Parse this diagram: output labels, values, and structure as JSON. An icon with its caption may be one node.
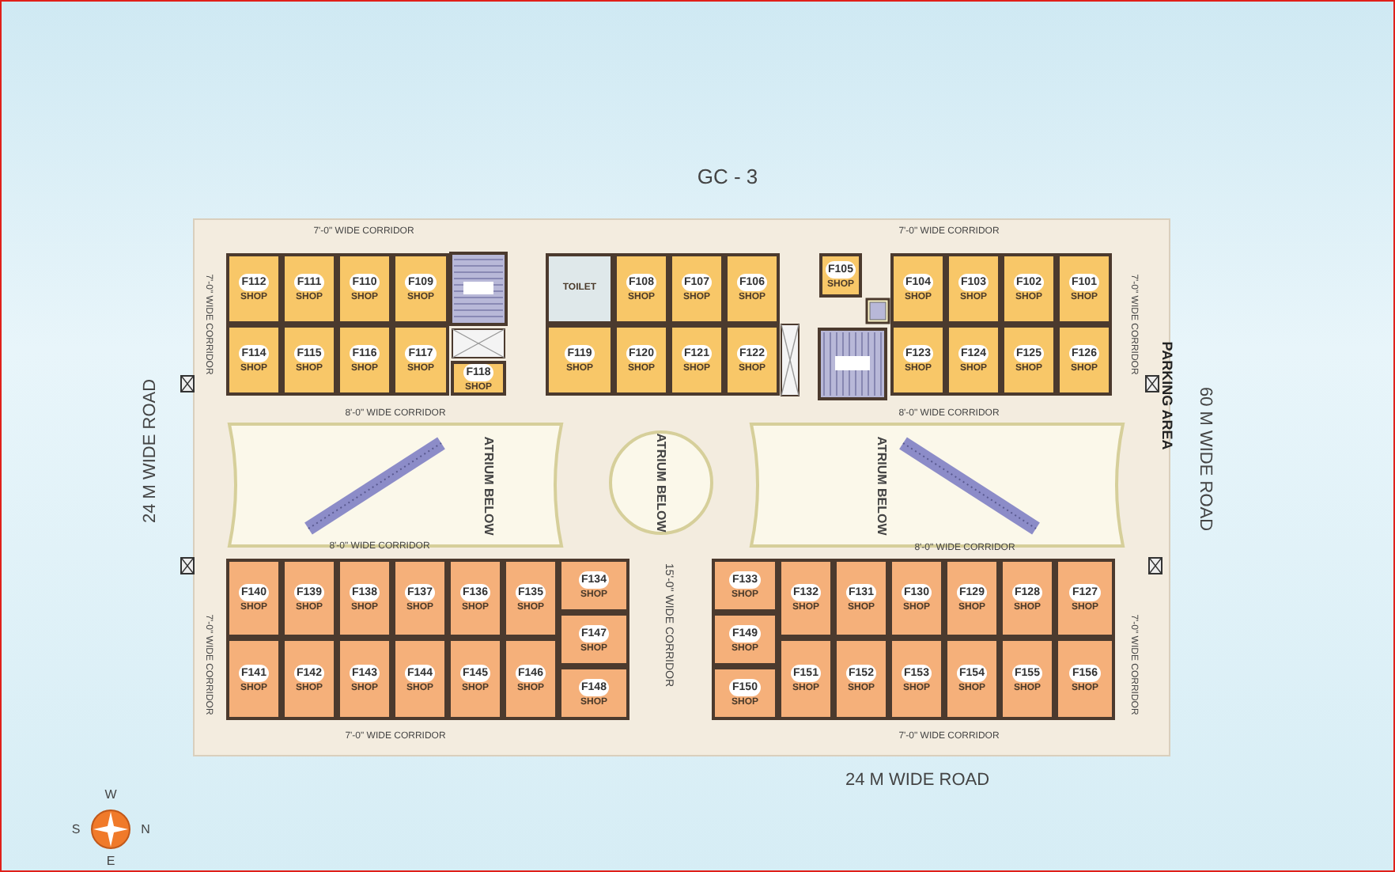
{
  "diagram": {
    "nodes": [
      {
        "text": [
          "F112",
          "SHOP"
        ]
      },
      {
        "text": [
          "F111",
          "SHOP"
        ]
      },
      {
        "text": [
          "F110",
          "SHOP"
        ]
      },
      {
        "text": [
          "F109",
          "SHOP"
        ]
      },
      {
        "text": [
          "TOILET"
        ]
      },
      {
        "text": [
          "F108",
          "SHOP"
        ]
      },
      {
        "text": [
          "F107",
          "SHOP"
        ]
      },
      {
        "text": [
          "F106",
          "SHOP"
        ]
      },
      {
        "text": [
          "F105",
          "SHOP"
        ]
      },
      {
        "text": [
          "F104",
          "SHOP"
        ]
      },
      {
        "text": [
          "F103",
          "SHOP"
        ]
      },
      {
        "text": [
          "F102",
          "SHOP"
        ]
      },
      {
        "text": [
          "F101",
          "SHOP"
        ]
      },
      {
        "text": [
          "F114",
          "SHOP"
        ]
      },
      {
        "text": [
          "F115",
          "SHOP"
        ]
      },
      {
        "text": [
          "F116",
          "SHOP"
        ]
      },
      {
        "text": [
          "F117",
          "SHOP"
        ]
      },
      {
        "text": [
          "F118",
          "SHOP"
        ]
      },
      {
        "text": [
          "F119",
          "SHOP"
        ]
      },
      {
        "text": [
          "F120",
          "SHOP"
        ]
      },
      {
        "text": [
          "F121",
          "SHOP"
        ]
      },
      {
        "text": [
          "F122",
          "SHOP"
        ]
      },
      {
        "text": [
          "F123",
          "SHOP"
        ]
      },
      {
        "text": [
          "F124",
          "SHOP"
        ]
      },
      {
        "text": [
          "F125",
          "SHOP"
        ]
      },
      {
        "text": [
          "F126",
          "SHOP"
        ]
      },
      {
        "text": [
          "ATRIUM BELOW"
        ]
      },
      {
        "text": [
          "ATRIUM BELOW"
        ]
      },
      {
        "text": [
          "ATRIUM BELOW"
        ]
      },
      {
        "text": [
          "F140",
          "SHOP"
        ]
      },
      {
        "text": [
          "F139",
          "SHOP"
        ]
      },
      {
        "text": [
          "F138",
          "SHOP"
        ]
      },
      {
        "text": [
          "F137",
          "SHOP"
        ]
      },
      {
        "text": [
          "F136",
          "SHOP"
        ]
      },
      {
        "text": [
          "F135",
          "SHOP"
        ]
      },
      {
        "text": [
          "F134",
          "SHOP"
        ]
      },
      {
        "text": [
          "F133",
          "SHOP"
        ]
      },
      {
        "text": [
          "F132",
          "SHOP"
        ]
      },
      {
        "text": [
          "F131",
          "SHOP"
        ]
      },
      {
        "text": [
          "F130",
          "SHOP"
        ]
      },
      {
        "text": [
          "F129",
          "SHOP"
        ]
      },
      {
        "text": [
          "F128",
          "SHOP"
        ]
      },
      {
        "text": [
          "F127",
          "SHOP"
        ]
      },
      {
        "text": [
          "F147",
          "SHOP"
        ]
      },
      {
        "text": [
          "F149",
          "SHOP"
        ]
      },
      {
        "text": [
          "F141",
          "SHOP"
        ]
      },
      {
        "text": [
          "F142",
          "SHOP"
        ]
      },
      {
        "text": [
          "F143",
          "SHOP"
        ]
      },
      {
        "text": [
          "F144",
          "SHOP"
        ]
      },
      {
        "text": [
          "F145",
          "SHOP"
        ]
      },
      {
        "text": [
          "F146",
          "SHOP"
        ]
      },
      {
        "text": [
          "F148",
          "SHOP"
        ]
      },
      {
        "text": [
          "F150",
          "SHOP"
        ]
      },
      {
        "text": [
          "F151",
          "SHOP"
        ]
      },
      {
        "text": [
          "F152",
          "SHOP"
        ]
      },
      {
        "text": [
          "F153",
          "SHOP"
        ]
      },
      {
        "text": [
          "F154",
          "SHOP"
        ]
      },
      {
        "text": [
          "F155",
          "SHOP"
        ]
      },
      {
        "text": [
          "F156",
          "SHOP"
        ]
      }
    ],
    "labels": [
      "GC - 3",
      "7'-0\" WIDE CORRIDOR",
      "7'-0\" WIDE CORRIDOR",
      "7'-0\" WIDE CORRIDOR",
      "7'-0\" WIDE CORRIDOR",
      "PARKING AREA",
      "24 M WIDE ROAD",
      "60 M WIDE ROAD",
      "8'-0\" WIDE CORRIDOR",
      "8'-0\" WIDE CORRIDOR",
      "8'-0\" WIDE CORRIDOR",
      "8'-0\" WIDE CORRIDOR",
      "7'-0\" WIDE CORRIDOR",
      "15'-0\" WIDE CORRIDOR",
      "7'-0\" WIDE CORRIDOR",
      "7'-0\" WIDE CORRIDOR",
      "7'-0\" WIDE CORRIDOR",
      "24 M WIDE ROAD",
      "W",
      "S",
      "N",
      "E"
    ]
  }
}
